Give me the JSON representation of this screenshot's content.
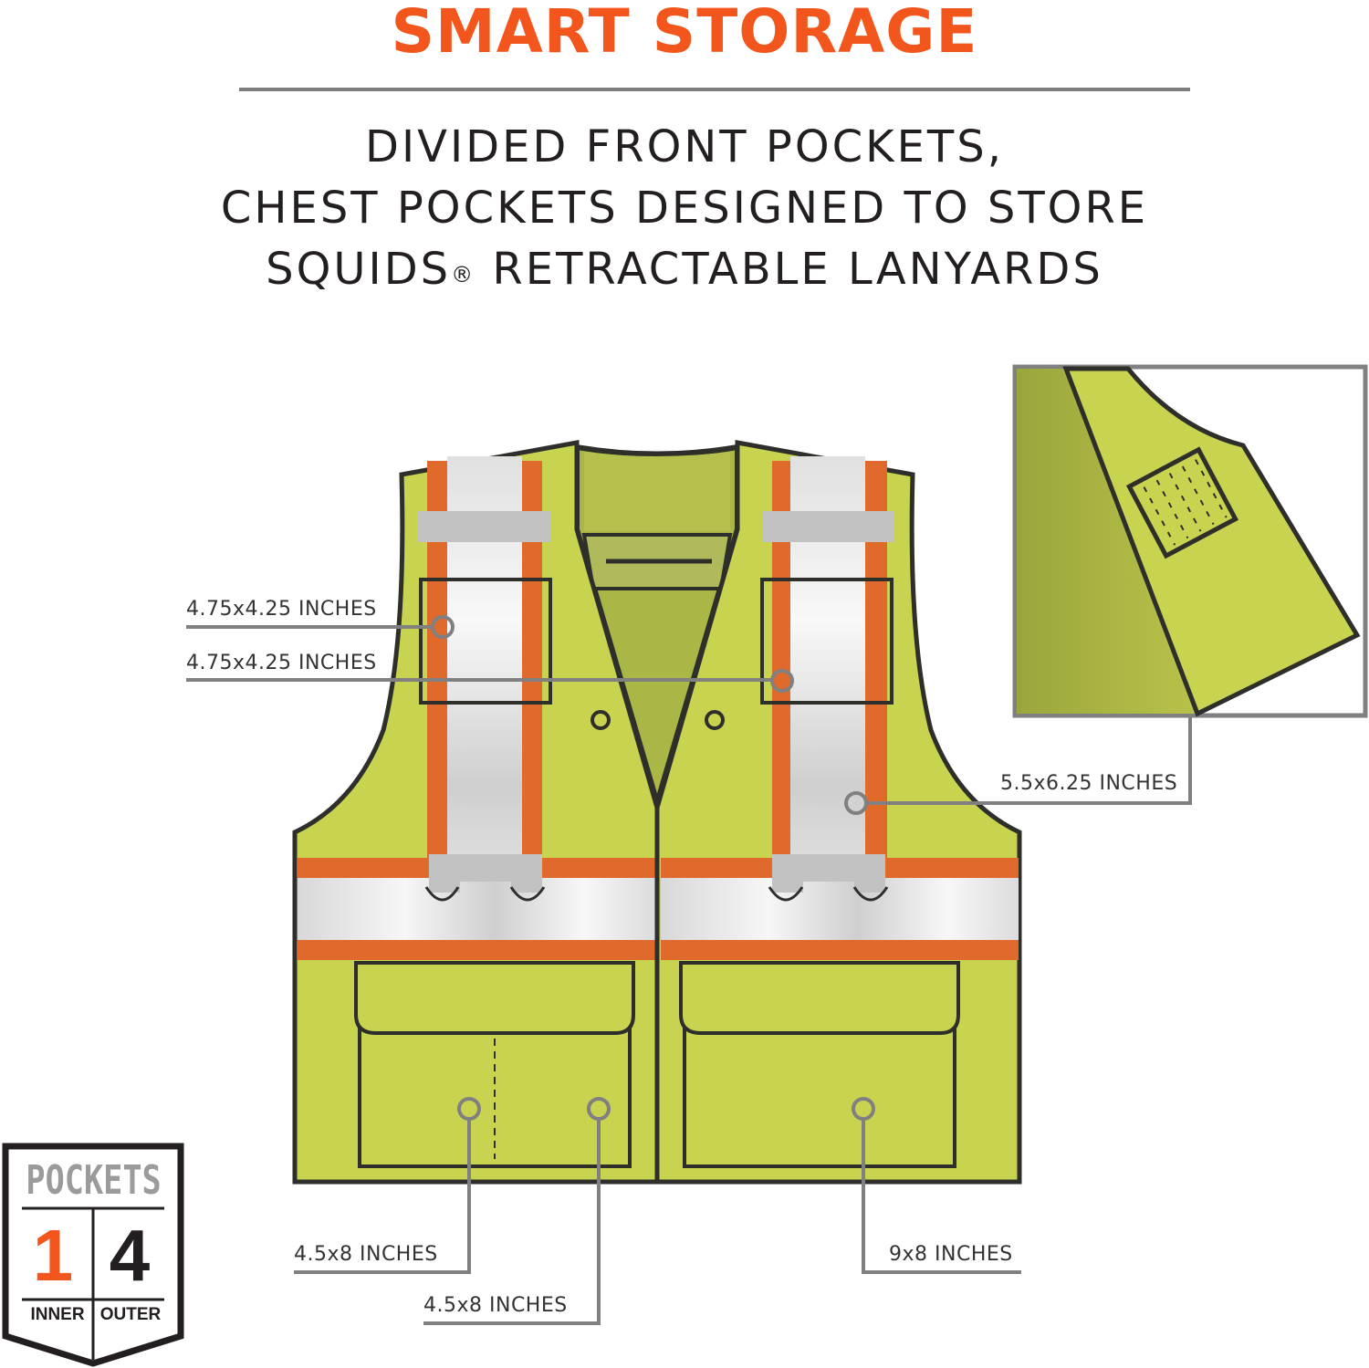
{
  "header": {
    "title": "SMART STORAGE",
    "subtitle_lines": [
      "DIVIDED FRONT POCKETS,",
      "CHEST POCKETS DESIGNED TO STORE",
      "SQUIDS",
      "RETRACTABLE LANYARDS"
    ],
    "registered_mark": "®"
  },
  "callouts": {
    "chest_pocket_left": "4.75x4.25 INCHES",
    "chest_pocket_right": "4.75x4.25 INCHES",
    "inner_pocket": "5.5x6.25 INCHES",
    "lower_divided_left": "4.5x8 INCHES",
    "lower_divided_right": "4.5x8 INCHES",
    "lower_right_pocket": "9x8 INCHES"
  },
  "badge": {
    "heading": "POCKETS",
    "inner_count": "1",
    "outer_count": "4",
    "inner_label": "INNER",
    "outer_label": "OUTER"
  },
  "colors": {
    "accent_orange": "#f2561c",
    "vest_lime": "#c8d44f",
    "vest_shadow": "#aab646",
    "stripe_orange": "#e0692c",
    "outline": "#2e2e2b",
    "callout_gray": "#808080"
  }
}
